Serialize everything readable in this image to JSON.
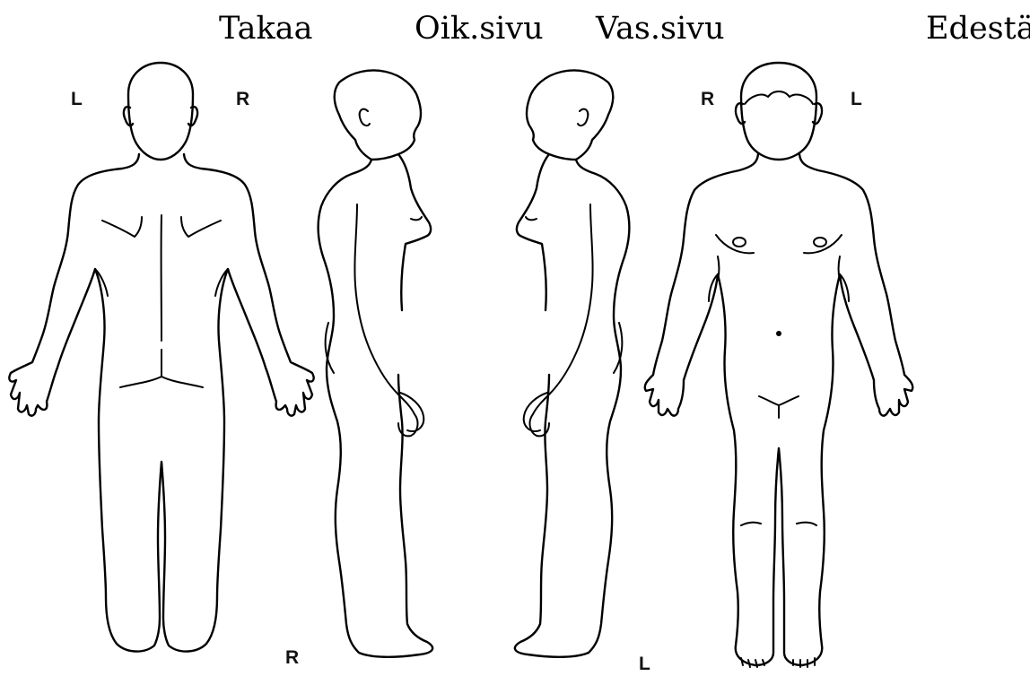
{
  "views": {
    "back": {
      "title": "Takaa"
    },
    "right": {
      "title": "Oik.sivu"
    },
    "left": {
      "title": "Vas.sivu"
    },
    "front": {
      "title": "Edestä"
    }
  },
  "side_markers": {
    "back_left": "L",
    "back_right": "R",
    "front_right": "R",
    "front_left": "L",
    "right_side_bottom": "R",
    "left_side_bottom": "L"
  }
}
